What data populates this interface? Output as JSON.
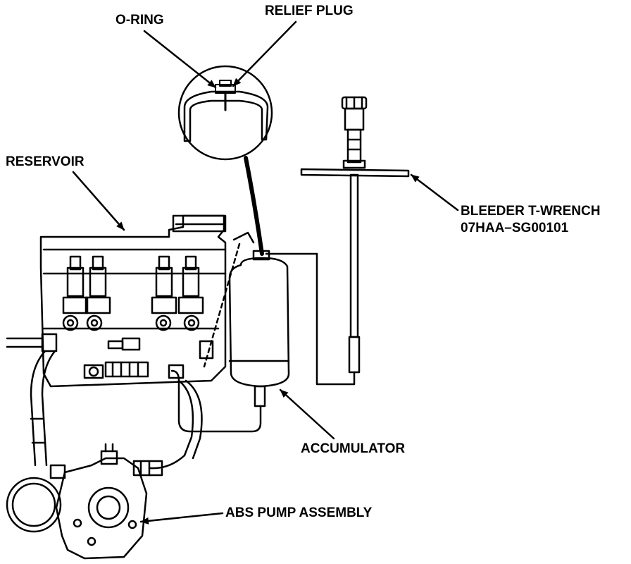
{
  "labels": {
    "o_ring": "O-RING",
    "relief_plug": "RELIEF PLUG",
    "reservoir": "RESERVOIR",
    "bleeder_line1": "BLEEDER T-WRENCH",
    "bleeder_line2": "07HAA–SG00101",
    "accumulator": "ACCUMULATOR",
    "abs_pump": "ABS PUMP ASSEMBLY"
  }
}
